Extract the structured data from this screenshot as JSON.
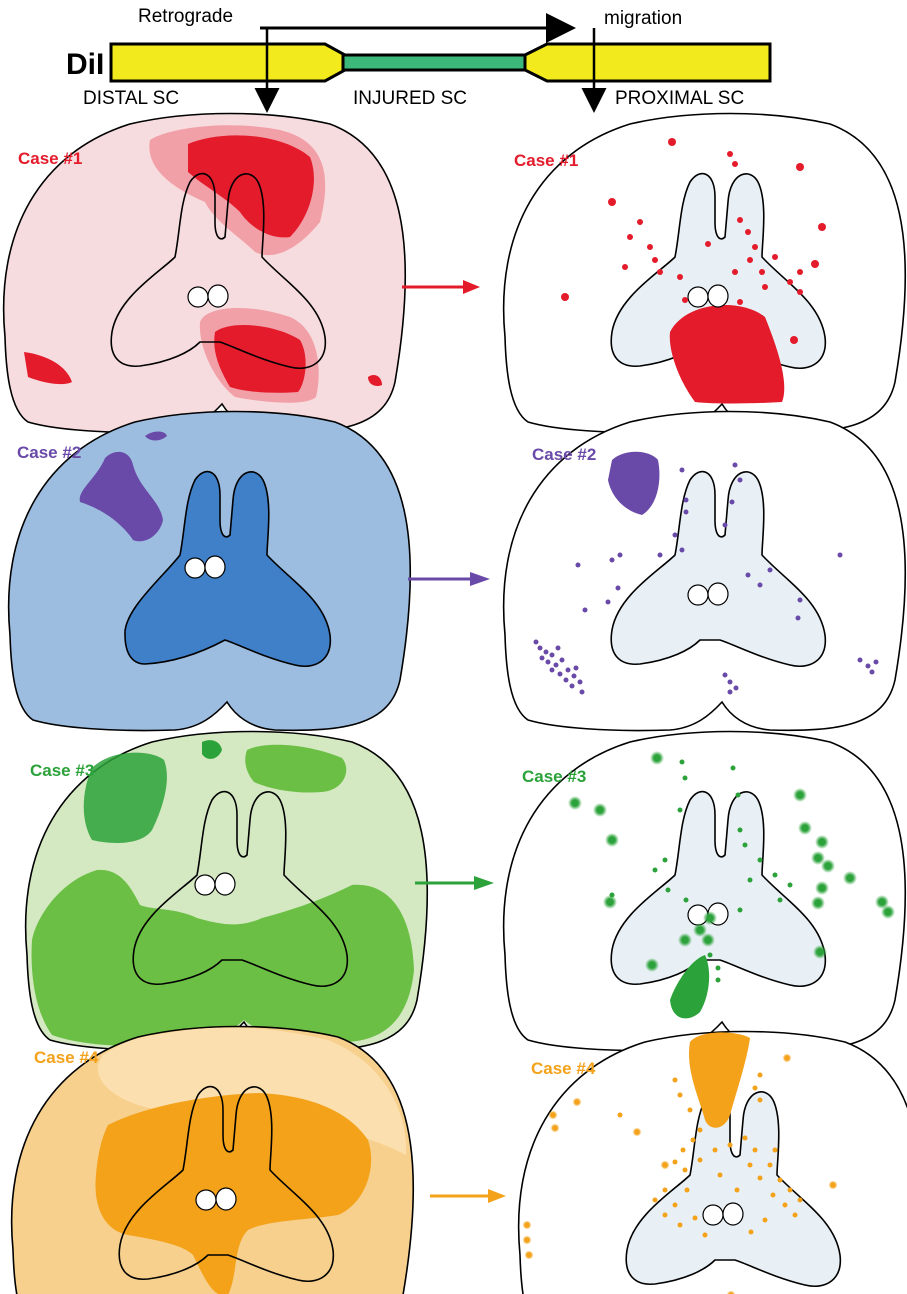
{
  "header": {
    "dil_label": "DiI",
    "retrograde_label": "Retrograde",
    "migration_label": "migration",
    "distal_label": "DISTAL SC",
    "injured_label": "INJURED SC",
    "proximal_label": "PROXIMAL SC",
    "colors": {
      "cord": "#f2ea1c",
      "injury": "#3bb87a"
    }
  },
  "cases": [
    {
      "label": "Case #1",
      "color": "#e31b2b",
      "light": "#f7dcdf",
      "mid": "#f2a0a8"
    },
    {
      "label": "Case #2",
      "color": "#6a4aa8",
      "light": "#9cbde0",
      "mid": "#3f80c8"
    },
    {
      "label": "Case #3",
      "color": "#2ba23a",
      "light": "#d4e9c2",
      "mid": "#6cbf45"
    },
    {
      "label": "Case #4",
      "color": "#f3a21a",
      "light": "#f7d08e",
      "mid": "#f3a21a"
    }
  ]
}
